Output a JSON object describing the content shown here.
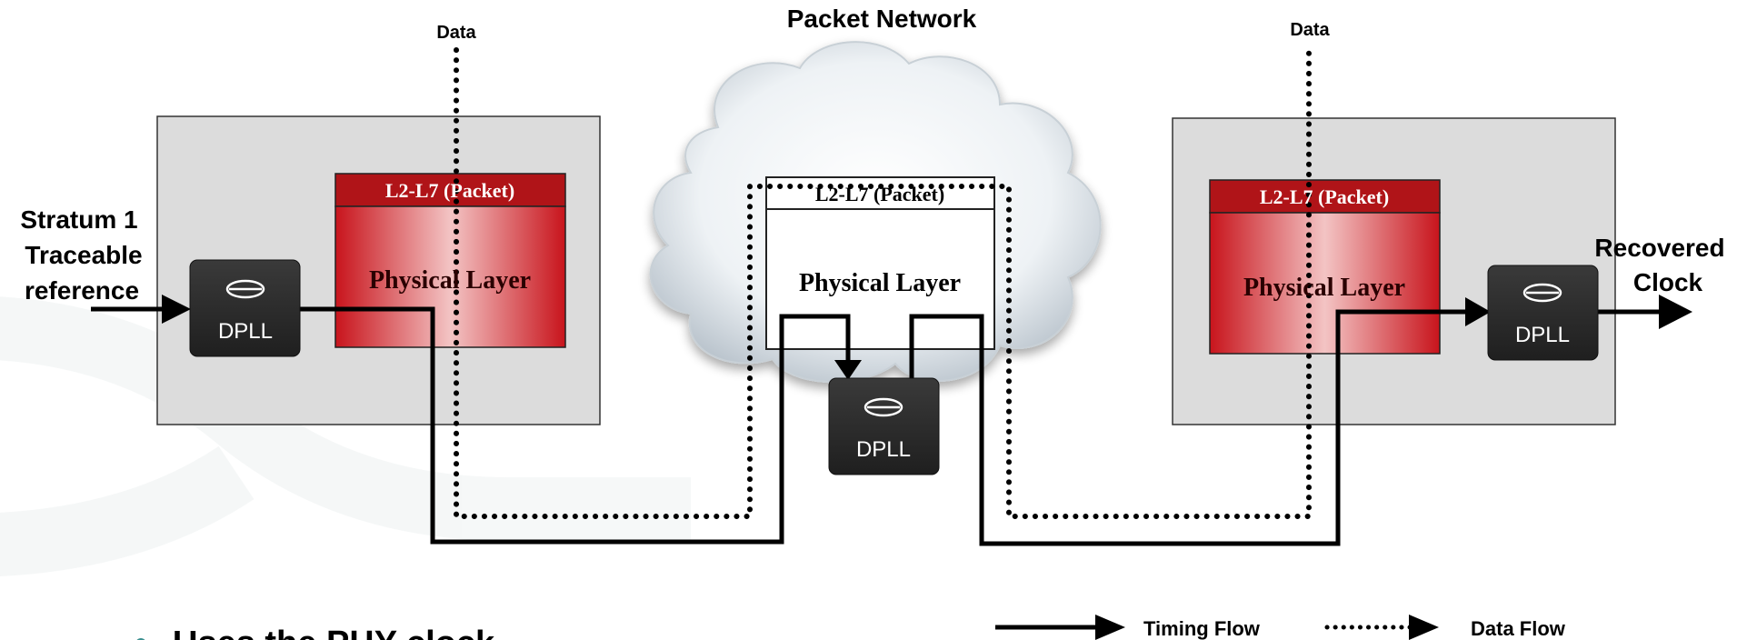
{
  "labels": {
    "packet_network": "Packet Network",
    "data_left": "Data",
    "data_right": "Data",
    "input_line1": "Stratum 1",
    "input_line2": "Traceable",
    "input_line3": "reference",
    "output_line1": "Recovered",
    "output_line2": "Clock",
    "bottom_heading": "Uses the PHY clock"
  },
  "blocks": {
    "left": {
      "packet_label": "L2-L7 (Packet)",
      "phy_label": "Physical Layer",
      "dpll_label": "DPLL"
    },
    "middle": {
      "packet_label": "L2-L7 (Packet)",
      "phy_label": "Physical Layer",
      "dpll_label": "DPLL"
    },
    "right": {
      "packet_label": "L2-L7 (Packet)",
      "phy_label": "Physical Layer",
      "dpll_label": "DPLL"
    }
  },
  "legend": {
    "timing_flow": "Timing Flow",
    "data_flow": "Data Flow"
  },
  "colors": {
    "panel": "#dcdcdc",
    "red_dark": "#c8141c",
    "red_light": "#f3c4c4",
    "dpll": "#2b2b2b"
  },
  "icons": {
    "dpll_logo": "infinity-logo-icon",
    "cloud": "cloud-icon"
  }
}
